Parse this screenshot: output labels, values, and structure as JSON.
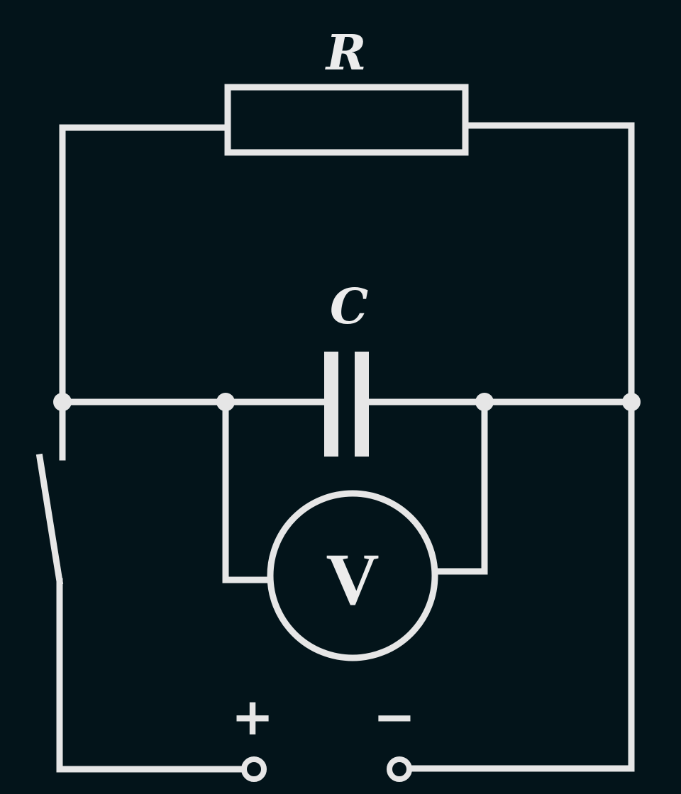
{
  "labels": {
    "resistor": "R",
    "capacitor": "C",
    "voltmeter": "V",
    "positive_terminal": "+",
    "negative_terminal": "−"
  },
  "colors": {
    "background": "#03141a",
    "wire": "#e6e6e6",
    "text": "#ececec"
  },
  "components": [
    {
      "type": "resistor",
      "label": "R"
    },
    {
      "type": "capacitor",
      "label": "C"
    },
    {
      "type": "voltmeter",
      "label": "V"
    },
    {
      "type": "switch",
      "state": "open"
    },
    {
      "type": "terminal",
      "polarity": "+"
    },
    {
      "type": "terminal",
      "polarity": "−"
    }
  ]
}
